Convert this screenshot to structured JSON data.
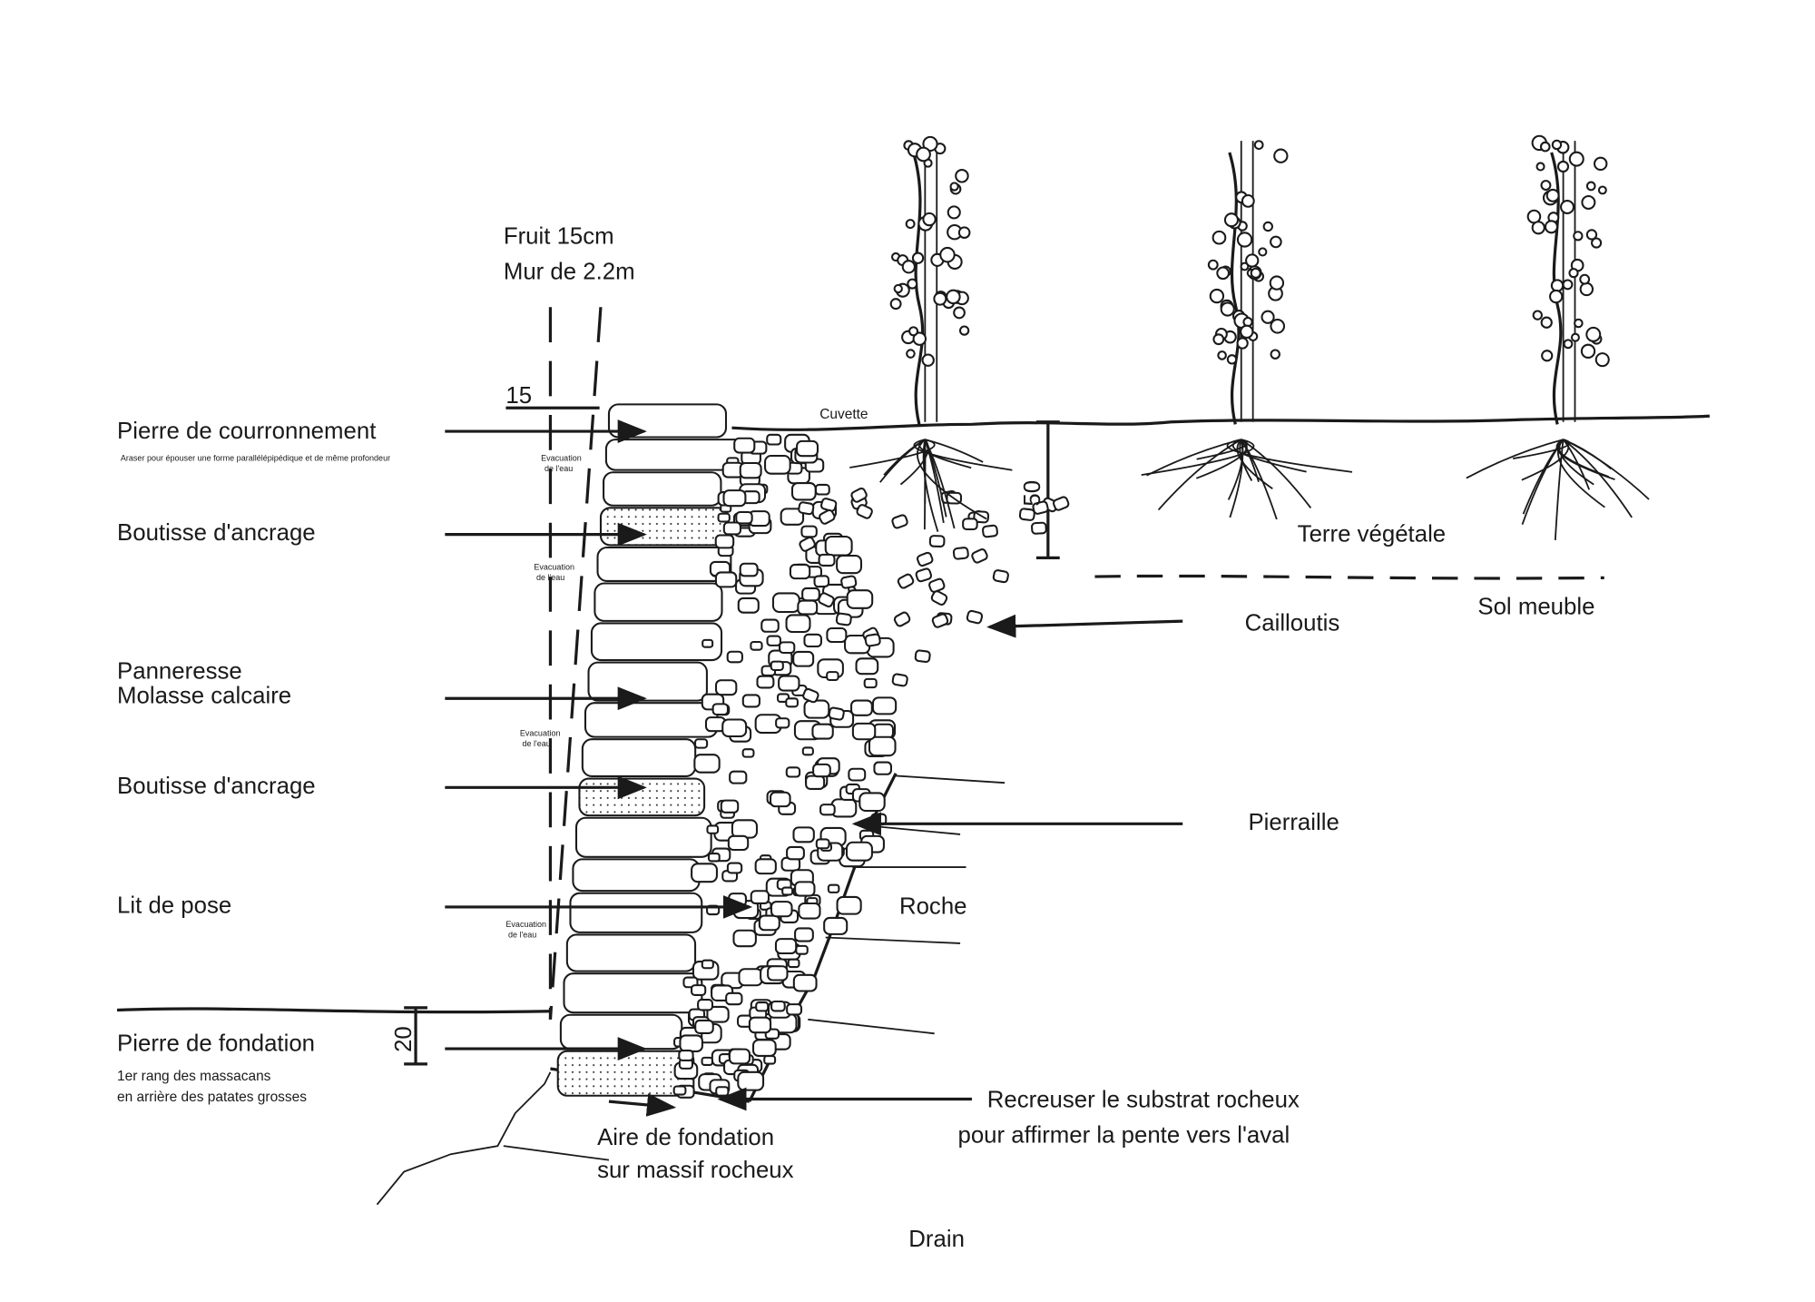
{
  "title": {
    "line1": "Fruit 15cm",
    "line2": "Mur de 2.2m"
  },
  "dimensions": {
    "fruit": "15",
    "topsoil_depth": "50",
    "foundation_depth": "20"
  },
  "left_labels": {
    "couronnement": "Pierre de courronnement",
    "couronnement_note": "Araser pour épouser une forme parallélépipédique et de même profondeur",
    "boutisse1": "Boutisse d'ancrage",
    "panneresse1": "Panneresse",
    "panneresse2": "Molasse calcaire",
    "boutisse2": "Boutisse d'ancrage",
    "lit": "Lit de pose",
    "fondation": "Pierre de fondation",
    "fondation_note1": "1er rang des massacans",
    "fondation_note2": "en arrière des patates grosses"
  },
  "evacuation": {
    "line1": "Evacuation",
    "line2": "de l'eau"
  },
  "right_labels": {
    "cuvette": "Cuvette",
    "terre": "Terre végétale",
    "sol": "Sol meuble",
    "cailloutis": "Cailloutis",
    "pierraille": "Pierraille",
    "roche": "Roche",
    "recreuser1": "Recreuser le substrat rocheux",
    "recreuser2": "pour affirmer la  pente vers l'aval",
    "aire1": "Aire de fondation",
    "aire2": "sur massif rocheux",
    "drain": "Drain"
  }
}
